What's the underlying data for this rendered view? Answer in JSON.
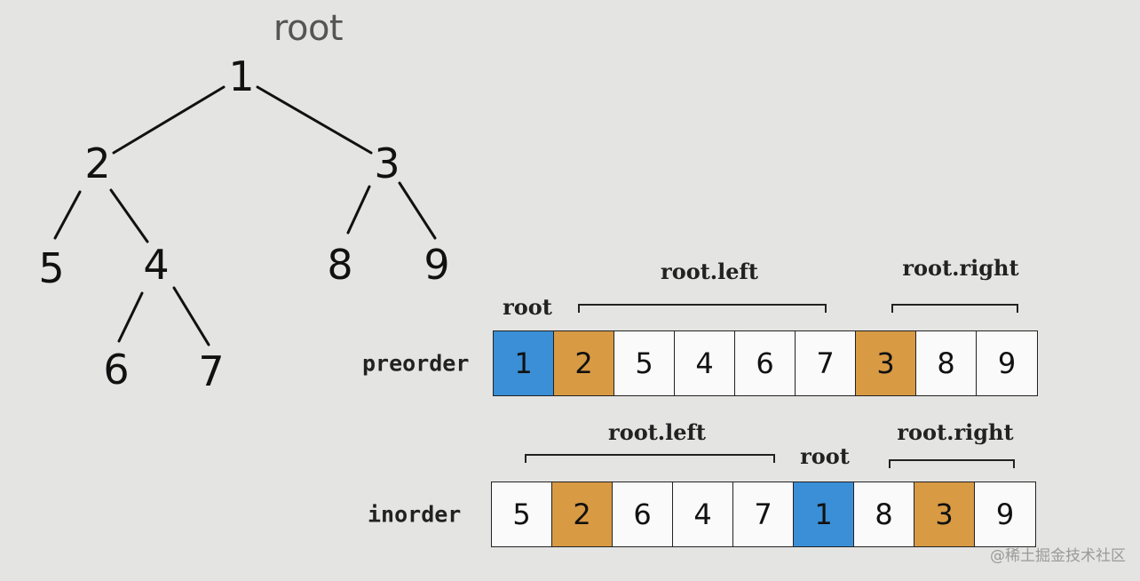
{
  "tree": {
    "title": "root",
    "nodes": {
      "n1": "1",
      "n2": "2",
      "n3": "3",
      "n5": "5",
      "n4": "4",
      "n8": "8",
      "n9": "9",
      "n6": "6",
      "n7": "7"
    }
  },
  "preorder": {
    "label": "preorder",
    "segments": {
      "root": "root",
      "left": "root.left",
      "right": "root.right"
    },
    "cells": [
      {
        "value": "1",
        "color": "#3a8fd6"
      },
      {
        "value": "2",
        "color": "#d89a43"
      },
      {
        "value": "5",
        "color": "#fafafa"
      },
      {
        "value": "4",
        "color": "#fafafa"
      },
      {
        "value": "6",
        "color": "#fafafa"
      },
      {
        "value": "7",
        "color": "#fafafa"
      },
      {
        "value": "3",
        "color": "#d89a43"
      },
      {
        "value": "8",
        "color": "#fafafa"
      },
      {
        "value": "9",
        "color": "#fafafa"
      }
    ]
  },
  "inorder": {
    "label": "inorder",
    "segments": {
      "left": "root.left",
      "root": "root",
      "right": "root.right"
    },
    "cells": [
      {
        "value": "5",
        "color": "#fafafa"
      },
      {
        "value": "2",
        "color": "#d89a43"
      },
      {
        "value": "6",
        "color": "#fafafa"
      },
      {
        "value": "4",
        "color": "#fafafa"
      },
      {
        "value": "7",
        "color": "#fafafa"
      },
      {
        "value": "1",
        "color": "#3a8fd6"
      },
      {
        "value": "8",
        "color": "#fafafa"
      },
      {
        "value": "3",
        "color": "#d89a43"
      },
      {
        "value": "9",
        "color": "#fafafa"
      }
    ]
  },
  "watermark": "@稀土掘金技术社区"
}
